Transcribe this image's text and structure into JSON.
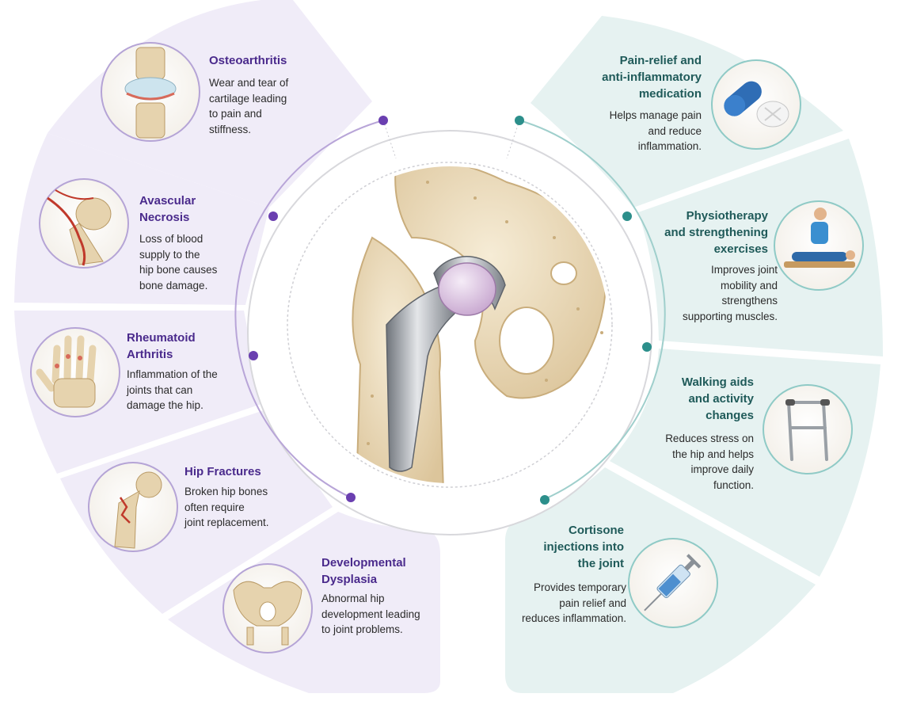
{
  "colors": {
    "left_panel": "#f0ecf8",
    "right_panel": "#e6f2f1",
    "left_accent": "#6a3fb0",
    "right_accent": "#2c8f8b",
    "left_title": "#4a2a8c",
    "right_title": "#1f5a59",
    "bone": "#ecdcbc",
    "metal": "#a9adb3"
  },
  "causes": [
    {
      "title": "Osteoarthritis",
      "description": "Wear and tear of\ncartilage leading\nto pain and\nstiffness.",
      "icon": "knee-joint-icon"
    },
    {
      "title": "Avascular\nNecrosis",
      "description": "Loss of blood\nsupply to the\nhip bone causes\nbone damage.",
      "icon": "hip-blood-vessels-icon"
    },
    {
      "title": "Rheumatoid\nArthritis",
      "description": "Inflammation of the\njoints that can\ndamage the hip.",
      "icon": "hand-joints-icon"
    },
    {
      "title": "Hip Fractures",
      "description": "Broken hip bones\noften require\njoint replacement.",
      "icon": "fractured-femur-icon"
    },
    {
      "title": "Developmental\nDysplasia",
      "description": "Abnormal hip\ndevelopment leading\nto joint problems.",
      "icon": "pelvis-icon"
    }
  ],
  "treatments": [
    {
      "title": "Pain-relief and\nanti-inflammatory\nmedication",
      "description": "Helps manage pain\nand reduce\ninflammation.",
      "icon": "pills-icon"
    },
    {
      "title": "Physiotherapy\nand strengthening\nexercises",
      "description": "Improves joint\nmobility and\nstrengthens\nsupporting muscles.",
      "icon": "physiotherapist-icon"
    },
    {
      "title": "Walking aids\nand activity\nchanges",
      "description": "Reduces stress on\nthe hip and helps\nimprove daily\nfunction.",
      "icon": "walker-icon"
    },
    {
      "title": "Cortisone\ninjections into\nthe joint",
      "description": "Provides temporary\npain relief and\nreduces inflammation.",
      "icon": "syringe-icon"
    }
  ]
}
